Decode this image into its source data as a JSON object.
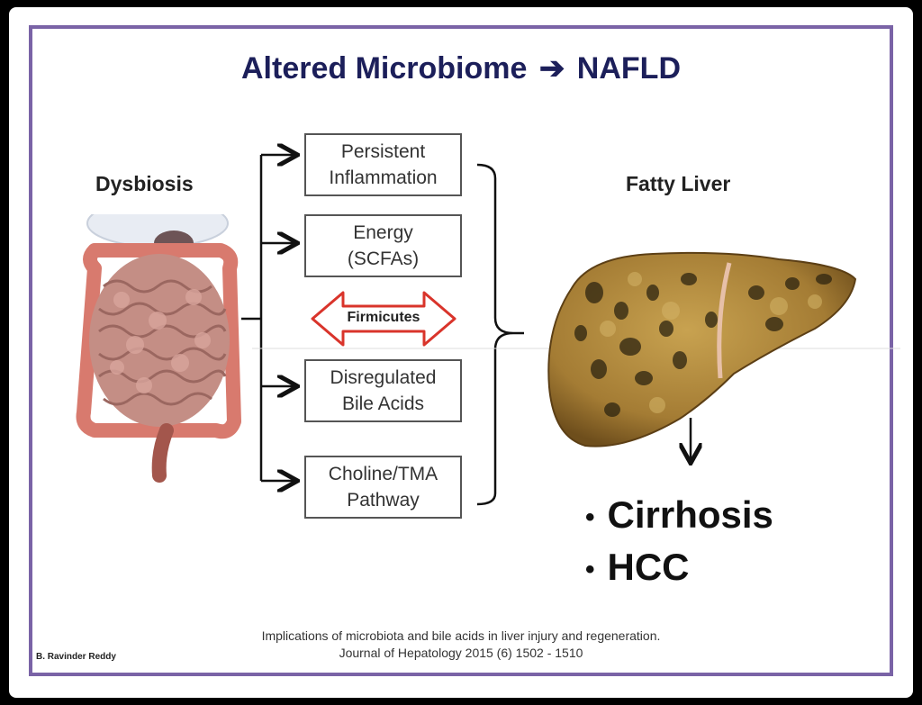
{
  "title": {
    "text": "Altered Microbiome",
    "arrow": "➔",
    "target": "NAFLD"
  },
  "left_label": "Dysbiosis",
  "right_label": "Fatty Liver",
  "boxes": [
    {
      "line1": "Persistent",
      "line2": "Inflammation"
    },
    {
      "line1": "Energy",
      "line2": "(SCFAs)"
    },
    {
      "line1": "Disregulated",
      "line2": "Bile Acids"
    },
    {
      "line1": "Choline/TMA",
      "line2": "Pathway"
    }
  ],
  "double_arrow_label": "Firmicutes",
  "outcomes": [
    "Cirrhosis",
    "HCC"
  ],
  "bullet_char": "•",
  "citation": {
    "line1": "Implications of microbiota and bile acids in liver injury and regeneration.",
    "line2": "Journal of Hepatology 2015 (6) 1502 - 1510"
  },
  "author": "B. Ravinder Reddy",
  "colors": {
    "frame": "#7a63a6",
    "title": "#1c1f5a",
    "arrow_outline": "#d9342b"
  }
}
